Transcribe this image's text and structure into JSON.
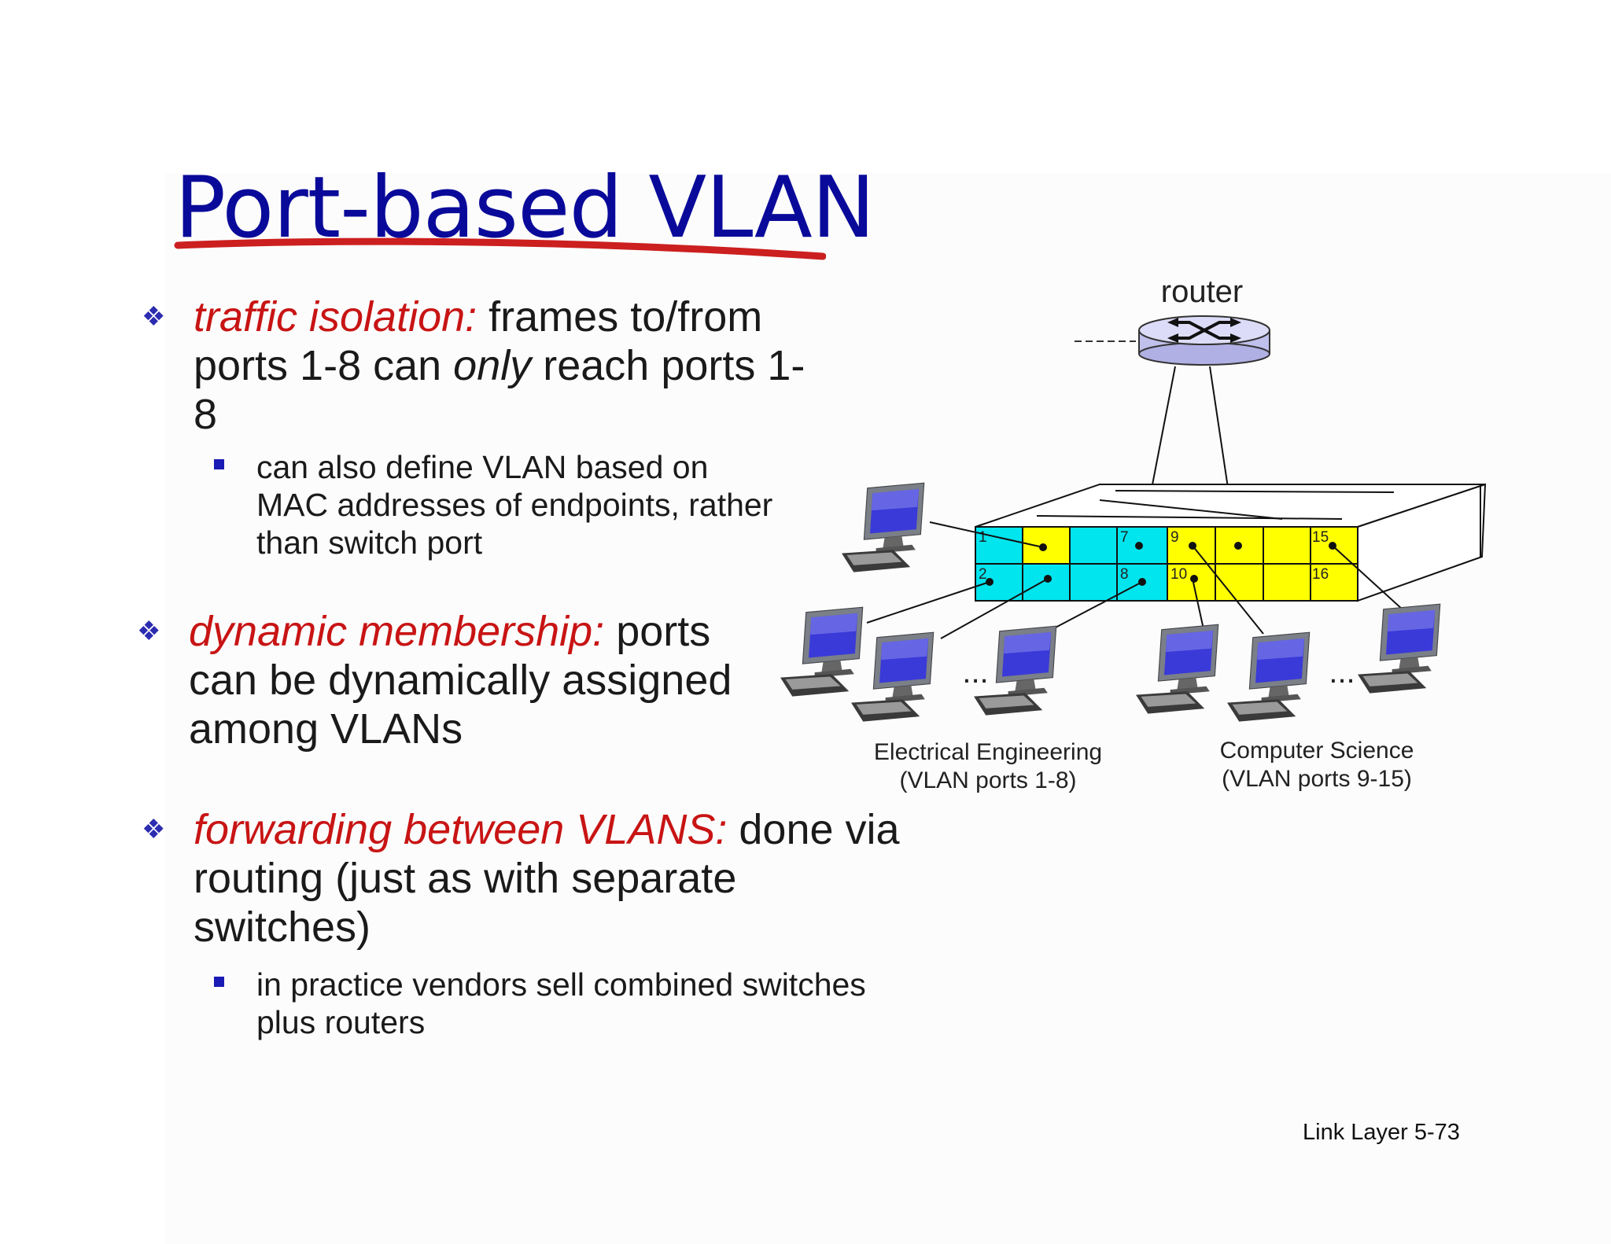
{
  "title": "Port-based VLAN",
  "bullets": [
    {
      "emph": "traffic isolation:",
      "text_before": " frames to/from ports 1-8 can ",
      "italic": "only",
      "text_after": " reach ports 1-8",
      "subs": [
        "can also define VLAN based on MAC addresses of endpoints, rather than switch port"
      ]
    },
    {
      "emph": "dynamic membership:",
      "text_before": " ports can be dynamically assigned among VLANs",
      "subs": []
    },
    {
      "emph": "forwarding between VLANS:",
      "text_before": " done via routing (just as with separate switches)",
      "subs": [
        "in practice vendors sell combined switches plus routers"
      ]
    }
  ],
  "diagram": {
    "router_label": "router",
    "ports_top": [
      "1",
      "7",
      "9",
      "15"
    ],
    "ports_bottom": [
      "2",
      "8",
      "10",
      "16"
    ],
    "ellipsis": "...",
    "groups": [
      {
        "line1": "Electrical Engineering",
        "line2": "(VLAN ports 1-8)"
      },
      {
        "line1": "Computer Science",
        "line2": "(VLAN ports 9-15)"
      }
    ],
    "colors": {
      "ee": "#00e5ee",
      "cs": "#ffff00",
      "title": "#0a0a9a",
      "emphasis": "#c81414"
    }
  },
  "footer": "Link Layer  5-73"
}
